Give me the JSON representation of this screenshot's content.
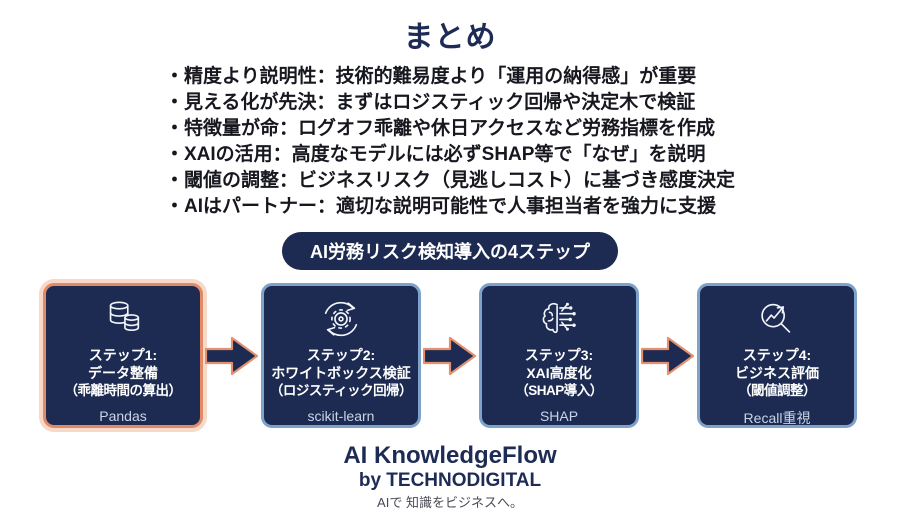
{
  "slide": {
    "title": "まとめ",
    "bullets": [
      "・精度より説明性：技術的難易度より「運用の納得感」が重要",
      "・見える化が先決：まずはロジスティック回帰や決定木で検証",
      "・特徴量が命：ログオフ乖離や休日アクセスなど労務指標を作成",
      "・XAIの活用：高度なモデルには必ずSHAP等で「なぜ」を説明",
      "・閾値の調整：ビジネスリスク（見逃しコスト）に基づき感度決定",
      "・AIはパートナー：適切な説明可能性で人事担当者を強力に支援"
    ],
    "banner": "AI労務リスク検知導入の4ステップ",
    "steps": [
      {
        "line1": "ステップ1:",
        "line2": "データ整備",
        "line3": "（乖離時間の算出）",
        "tool": "Pandas",
        "icon": "database-icon",
        "highlighted": true
      },
      {
        "line1": "ステップ2:",
        "line2": "ホワイトボックス検証",
        "line3": "（ロジスティック回帰）",
        "tool": "scikit-learn",
        "icon": "gear-sync-icon",
        "highlighted": false
      },
      {
        "line1": "ステップ3:",
        "line2": "XAI高度化",
        "line3": "（SHAP導入）",
        "tool": "SHAP",
        "icon": "brain-circuit-icon",
        "highlighted": false
      },
      {
        "line1": "ステップ4:",
        "line2": "ビジネス評価",
        "line3": "（閾値調整）",
        "tool": "Recall重視",
        "icon": "magnifier-chart-icon",
        "highlighted": false
      }
    ],
    "footer": {
      "brand": "AI KnowledgeFlow",
      "byline": "by TECHNODIGITAL",
      "tagline": "AIで 知識をビジネスへ。"
    },
    "colors": {
      "navy": "#1d2b52",
      "title_text": "#1e2c55",
      "bullet_text": "#17181f",
      "highlight_border_orange": "#e28a66",
      "step_border_blue": "#7ea2c9",
      "tool_text": "#c9d4e6",
      "arrow_outline": "#e29070",
      "background": "#ffffff"
    }
  }
}
